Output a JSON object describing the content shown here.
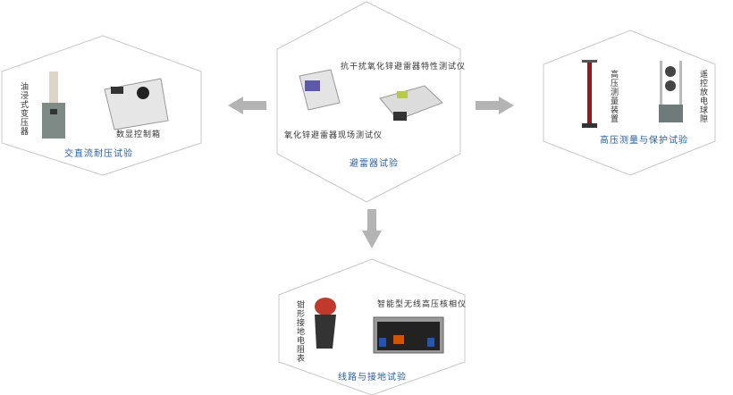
{
  "center": {
    "title": "避雷器试验",
    "device1": "抗干扰氧化锌避雷器特性测试仪",
    "device2": "氧化锌避雷器现场测试仪"
  },
  "left": {
    "title": "交直流耐压试验",
    "device1": "油浸式变压器",
    "device2": "数显控制箱"
  },
  "right": {
    "title": "高压测量与保护试验",
    "device1": "高压测量装置",
    "device2": "遥控放电球隙"
  },
  "bottom": {
    "title": "线路与接地试验",
    "device1": "钳形接地电阻表",
    "device2": "智能型无线高压核相仪"
  },
  "colors": {
    "title": "#2a5d9a",
    "arrow": "#b4b4b4",
    "border": "#c8c8c8"
  }
}
